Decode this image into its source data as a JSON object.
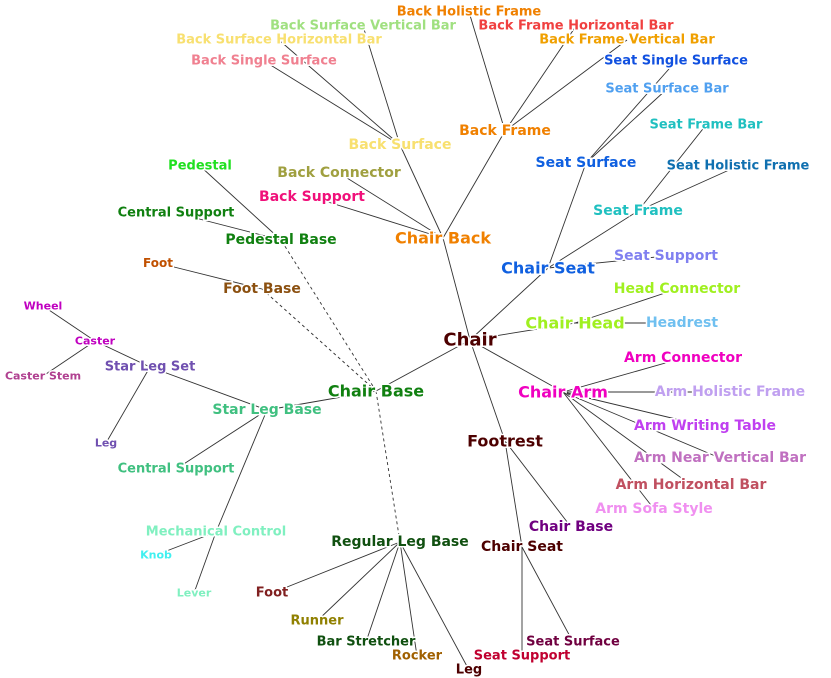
{
  "diagram": {
    "type": "hierarchy-tree",
    "root": "n0",
    "nodes": [
      {
        "id": "n0",
        "label": "Chair",
        "color": "#4d0000",
        "level": 0
      },
      {
        "id": "n1",
        "label": "Chair Back",
        "color": "#f08000",
        "level": 1
      },
      {
        "id": "n2",
        "label": "Chair Seat",
        "color": "#1060e0",
        "level": 1
      },
      {
        "id": "n3",
        "label": "Chair Head",
        "color": "#a0f020",
        "level": 1
      },
      {
        "id": "n4",
        "label": "Chair Arm",
        "color": "#f000c0",
        "level": 1
      },
      {
        "id": "n5",
        "label": "Footrest",
        "color": "#4d0000",
        "level": 1
      },
      {
        "id": "n6",
        "label": "Chair Base",
        "color": "#108010",
        "level": 1
      },
      {
        "id": "n7",
        "label": "Back Surface",
        "color": "#f8e070",
        "level": 2
      },
      {
        "id": "n8",
        "label": "Back Frame",
        "color": "#f08000",
        "level": 2
      },
      {
        "id": "n9",
        "label": "Back Connector",
        "color": "#a0a040",
        "level": 2
      },
      {
        "id": "n10",
        "label": "Back Support",
        "color": "#f0107a",
        "level": 2
      },
      {
        "id": "n11",
        "label": "Back Holistic Frame",
        "color": "#f08000",
        "level": 3
      },
      {
        "id": "n12",
        "label": "Back Surface Vertical Bar",
        "color": "#a0e080",
        "level": 3
      },
      {
        "id": "n13",
        "label": "Back Frame Horizontal Bar",
        "color": "#f04040",
        "level": 3
      },
      {
        "id": "n14",
        "label": "Back Surface Horizontal Bar",
        "color": "#f8e070",
        "level": 3
      },
      {
        "id": "n15",
        "label": "Back Frame Vertical Bar",
        "color": "#f0a000",
        "level": 3
      },
      {
        "id": "n16",
        "label": "Back Single Surface",
        "color": "#f08090",
        "level": 3
      },
      {
        "id": "n17",
        "label": "Seat Surface",
        "color": "#1060e0",
        "level": 2
      },
      {
        "id": "n18",
        "label": "Seat Frame",
        "color": "#20c0c0",
        "level": 2
      },
      {
        "id": "n19",
        "label": "Seat Support",
        "color": "#8080f0",
        "level": 2
      },
      {
        "id": "n20",
        "label": "Seat Single Surface",
        "color": "#1050e0",
        "level": 3
      },
      {
        "id": "n21",
        "label": "Seat Surface Bar",
        "color": "#50a0f0",
        "level": 3
      },
      {
        "id": "n22",
        "label": "Seat Frame Bar",
        "color": "#20c0c0",
        "level": 3
      },
      {
        "id": "n23",
        "label": "Seat Holistic Frame",
        "color": "#1070b0",
        "level": 3
      },
      {
        "id": "n24",
        "label": "Head Connector",
        "color": "#a0f020",
        "level": 2
      },
      {
        "id": "n25",
        "label": "Headrest",
        "color": "#70c0f0",
        "level": 2
      },
      {
        "id": "n26",
        "label": "Arm Connector",
        "color": "#f000c0",
        "level": 2
      },
      {
        "id": "n27",
        "label": "Arm Holistic Frame",
        "color": "#c0a0f0",
        "level": 2
      },
      {
        "id": "n28",
        "label": "Arm Writing Table",
        "color": "#c040f0",
        "level": 2
      },
      {
        "id": "n29",
        "label": "Arm Near Vertical Bar",
        "color": "#c070c0",
        "level": 2
      },
      {
        "id": "n30",
        "label": "Arm Horizontal Bar",
        "color": "#c05060",
        "level": 2
      },
      {
        "id": "n31",
        "label": "Arm Sofa Style",
        "color": "#f090f0",
        "level": 2
      },
      {
        "id": "n32",
        "label": "Chair Base",
        "color": "#700080",
        "level": 2
      },
      {
        "id": "n33",
        "label": "Chair Seat",
        "color": "#4d0000",
        "level": 2
      },
      {
        "id": "n34",
        "label": "Seat Surface",
        "color": "#700040",
        "level": 3
      },
      {
        "id": "n35",
        "label": "Seat Support",
        "color": "#c00030",
        "level": 3
      },
      {
        "id": "n36",
        "label": "Pedestal Base",
        "color": "#108010",
        "level": 2
      },
      {
        "id": "n37",
        "label": "Foot Base",
        "color": "#8b5010",
        "level": 2
      },
      {
        "id": "n38",
        "label": "Star Leg Base",
        "color": "#40c080",
        "level": 2
      },
      {
        "id": "n39",
        "label": "Regular Leg Base",
        "color": "#105010",
        "level": 2
      },
      {
        "id": "n40",
        "label": "Pedestal",
        "color": "#20e020",
        "level": 3
      },
      {
        "id": "n41",
        "label": "Central Support",
        "color": "#108010",
        "level": 3
      },
      {
        "id": "n42",
        "label": "Foot",
        "color": "#c05000",
        "level": 3
      },
      {
        "id": "n43",
        "label": "Star Leg Set",
        "color": "#7050b0",
        "level": 3
      },
      {
        "id": "n44",
        "label": "Central Support",
        "color": "#40c080",
        "level": 3
      },
      {
        "id": "n45",
        "label": "Mechanical Control",
        "color": "#80f0c0",
        "level": 3
      },
      {
        "id": "n46",
        "label": "Caster",
        "color": "#c000c0",
        "level": 4
      },
      {
        "id": "n47",
        "label": "Wheel",
        "color": "#c000c0",
        "level": 4
      },
      {
        "id": "n48",
        "label": "Caster Stem",
        "color": "#b04090",
        "level": 4
      },
      {
        "id": "n49",
        "label": "Leg",
        "color": "#7050b0",
        "level": 4
      },
      {
        "id": "n50",
        "label": "Knob",
        "color": "#40f0f0",
        "level": 4
      },
      {
        "id": "n51",
        "label": "Lever",
        "color": "#80f0c0",
        "level": 4
      },
      {
        "id": "n52",
        "label": "Foot",
        "color": "#802020",
        "level": 3
      },
      {
        "id": "n53",
        "label": "Runner",
        "color": "#908000",
        "level": 3
      },
      {
        "id": "n54",
        "label": "Bar Stretcher",
        "color": "#105010",
        "level": 3
      },
      {
        "id": "n55",
        "label": "Rocker",
        "color": "#a06000",
        "level": 3
      },
      {
        "id": "n56",
        "label": "Leg",
        "color": "#4d0000",
        "level": 3
      }
    ],
    "edges": [
      {
        "from": "n0",
        "to": "n1"
      },
      {
        "from": "n0",
        "to": "n2"
      },
      {
        "from": "n0",
        "to": "n3"
      },
      {
        "from": "n0",
        "to": "n4"
      },
      {
        "from": "n0",
        "to": "n5"
      },
      {
        "from": "n0",
        "to": "n6"
      },
      {
        "from": "n1",
        "to": "n7"
      },
      {
        "from": "n1",
        "to": "n8"
      },
      {
        "from": "n1",
        "to": "n9"
      },
      {
        "from": "n1",
        "to": "n10"
      },
      {
        "from": "n7",
        "to": "n12"
      },
      {
        "from": "n7",
        "to": "n14"
      },
      {
        "from": "n7",
        "to": "n16"
      },
      {
        "from": "n8",
        "to": "n11"
      },
      {
        "from": "n8",
        "to": "n13"
      },
      {
        "from": "n8",
        "to": "n15"
      },
      {
        "from": "n2",
        "to": "n17"
      },
      {
        "from": "n2",
        "to": "n18"
      },
      {
        "from": "n2",
        "to": "n19"
      },
      {
        "from": "n17",
        "to": "n20"
      },
      {
        "from": "n17",
        "to": "n21"
      },
      {
        "from": "n18",
        "to": "n22"
      },
      {
        "from": "n18",
        "to": "n23"
      },
      {
        "from": "n3",
        "to": "n24"
      },
      {
        "from": "n3",
        "to": "n25"
      },
      {
        "from": "n4",
        "to": "n26"
      },
      {
        "from": "n4",
        "to": "n27"
      },
      {
        "from": "n4",
        "to": "n28"
      },
      {
        "from": "n4",
        "to": "n29"
      },
      {
        "from": "n4",
        "to": "n30"
      },
      {
        "from": "n4",
        "to": "n31"
      },
      {
        "from": "n5",
        "to": "n32"
      },
      {
        "from": "n5",
        "to": "n33"
      },
      {
        "from": "n33",
        "to": "n34"
      },
      {
        "from": "n33",
        "to": "n35"
      },
      {
        "from": "n6",
        "to": "n36",
        "style": "dashed"
      },
      {
        "from": "n6",
        "to": "n37",
        "style": "dashed"
      },
      {
        "from": "n6",
        "to": "n38"
      },
      {
        "from": "n6",
        "to": "n39",
        "style": "dashed"
      },
      {
        "from": "n36",
        "to": "n40"
      },
      {
        "from": "n36",
        "to": "n41"
      },
      {
        "from": "n37",
        "to": "n42"
      },
      {
        "from": "n38",
        "to": "n43"
      },
      {
        "from": "n38",
        "to": "n44"
      },
      {
        "from": "n38",
        "to": "n45"
      },
      {
        "from": "n43",
        "to": "n46"
      },
      {
        "from": "n43",
        "to": "n49"
      },
      {
        "from": "n46",
        "to": "n47"
      },
      {
        "from": "n46",
        "to": "n48"
      },
      {
        "from": "n45",
        "to": "n50"
      },
      {
        "from": "n45",
        "to": "n51"
      },
      {
        "from": "n39",
        "to": "n52"
      },
      {
        "from": "n39",
        "to": "n53"
      },
      {
        "from": "n39",
        "to": "n54"
      },
      {
        "from": "n39",
        "to": "n55"
      },
      {
        "from": "n39",
        "to": "n56"
      }
    ]
  }
}
